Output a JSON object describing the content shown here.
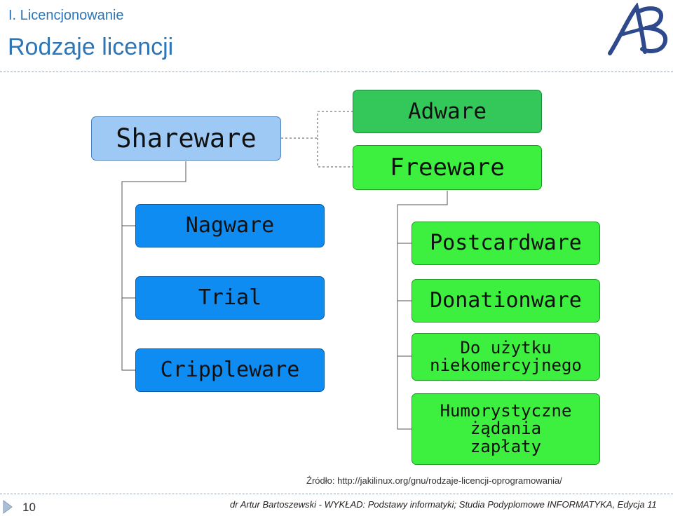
{
  "header": {
    "section": "I. Licencjonowanie",
    "title": "Rodzaje licencji"
  },
  "logo": {
    "icon": "ab-monogram-logo",
    "text": "AB",
    "color": "#2e4a8c"
  },
  "diagram": {
    "root": "Shareware",
    "root_siblings": [
      "Adware",
      "Freeware"
    ],
    "shareware_children": [
      "Nagware",
      "Trial",
      "Crippleware"
    ],
    "freeware_children": [
      "Postcardware",
      "Donationware",
      "Do użytku\nniekomercyjnego",
      "Humorystyczne\nżądania\nzapłaty"
    ]
  },
  "colors": {
    "root": "#9ec9f5",
    "shareware_children": "#0f8cf2",
    "adware": "#34c85a",
    "freeware": "#3df03f"
  },
  "source": "Źródło: http://jakilinux.org/gnu/rodzaje-licencji-oprogramowania/",
  "footer": {
    "page_number": "10",
    "credit": "dr Artur Bartoszewski - WYKŁAD: Podstawy informatyki; Studia Podyplomowe INFORMATYKA, Edycja 11"
  }
}
